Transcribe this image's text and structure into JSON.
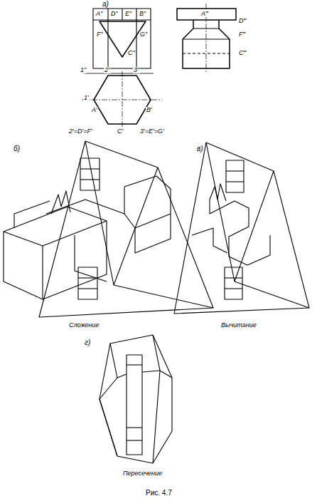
{
  "diagram": {
    "caption": "Рис. 4.7",
    "labels": [
      "а)",
      "A″",
      "D″",
      "E″",
      "B″",
      "F″",
      "G″",
      "C″",
      "A‴",
      "D‴",
      "F‴",
      "C‴",
      "1″",
      "2″",
      "3″",
      "1′",
      "A′",
      "B′",
      "2′=D′=F′",
      "C′",
      "3′=E′=G′",
      "б)",
      "в)",
      "Сложение",
      "Вычитание",
      "г)",
      "Пересечение"
    ]
  }
}
